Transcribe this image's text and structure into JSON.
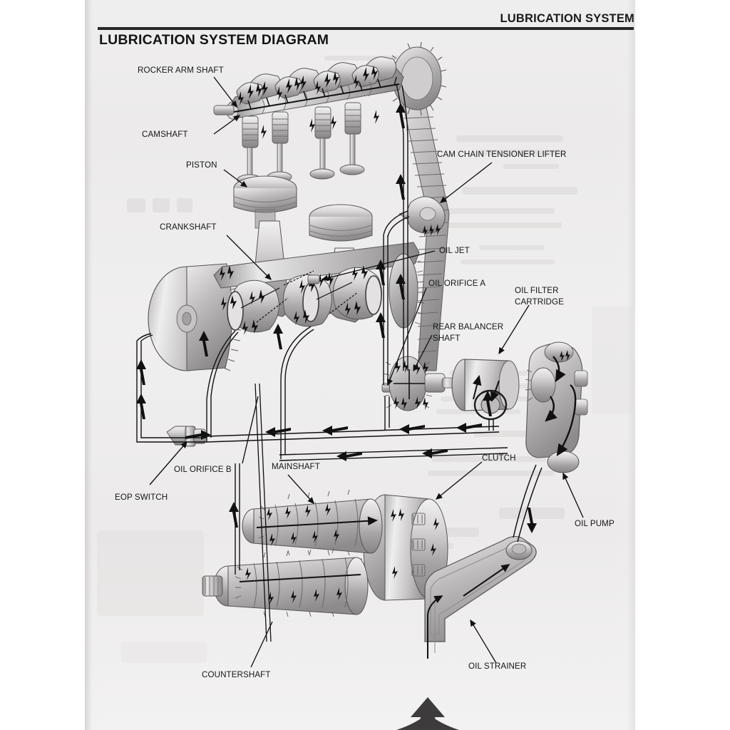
{
  "page": {
    "header_title": "LUBRICATION SYSTEM",
    "diagram_title": "LUBRICATION SYSTEM DIAGRAM",
    "background_color": "#eceaea",
    "ink_color": "#151515",
    "margin_color": "#ffffff"
  },
  "labels": {
    "rocker_arm_shaft": "ROCKER ARM SHAFT",
    "camshaft": "CAMSHAFT",
    "piston": "PISTON",
    "crankshaft": "CRANKSHAFT",
    "cam_chain_tensioner_lifter": "CAM CHAIN TENSIONER LIFTER",
    "oil_jet": "OIL JET",
    "oil_orifice_a": "OIL ORIFICE A",
    "oil_filter_cartridge_line1": "OIL FILTER",
    "oil_filter_cartridge_line2": "CARTRIDGE",
    "rear_balancer_shaft_line1": "REAR BALANCER",
    "rear_balancer_shaft_line2": "SHAFT",
    "oil_orifice_b": "OIL ORIFICE B",
    "eop_switch": "EOP SWITCH",
    "mainshaft": "MAINSHAFT",
    "clutch": "CLUTCH",
    "oil_pump": "OIL PUMP",
    "countershaft": "COUNTERSHAFT",
    "oil_strainer": "OIL STRAINER"
  },
  "diagram": {
    "type": "exploded-cutaway-lubrication-schematic",
    "subject": "motorcycle engine oil circuit",
    "flow_indicator": "solid black arrows trace pressurized oil path",
    "components": [
      "rocker arm shaft",
      "camshaft with lobes",
      "valve springs and valves",
      "pistons and connecting rods",
      "crankshaft with flywheel",
      "cam chain and cam chain tensioner lifter",
      "oil jet",
      "oil orifice A",
      "oil orifice B",
      "EOP switch",
      "rear balancer shaft",
      "oil filter cartridge",
      "oil pump",
      "clutch assembly",
      "transmission mainshaft gears",
      "transmission countershaft gears",
      "oil strainer pickup"
    ],
    "intake_arrow": "large flared arrow at bottom indicating oil intake into strainer"
  }
}
